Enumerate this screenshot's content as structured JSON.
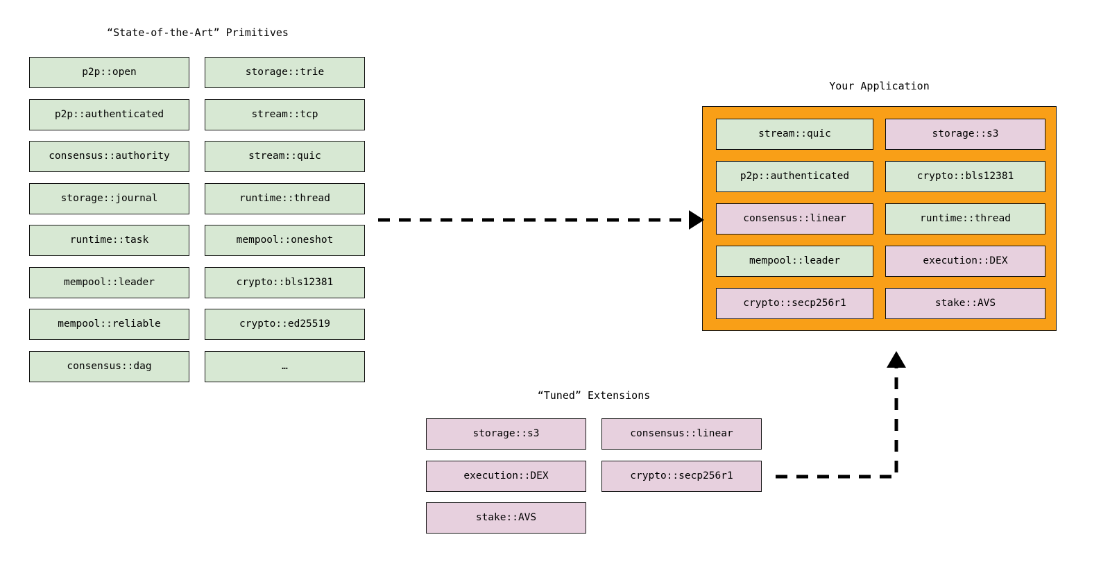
{
  "diagram": {
    "title_primitives": "“State-of-the-Art” Primitives",
    "title_application": "Your Application",
    "title_extensions": "“Tuned” Extensions",
    "colors": {
      "primitive_fill": "#d7e8d3",
      "extension_fill": "#e7d0de",
      "application_border": "#f99f17",
      "node_stroke": "#111111",
      "arrow": "#000000",
      "background": "#ffffff"
    }
  },
  "primitives": {
    "column_left": [
      {
        "label": "p2p::open",
        "kind": "primitive"
      },
      {
        "label": "p2p::authenticated",
        "kind": "primitive"
      },
      {
        "label": "consensus::authority",
        "kind": "primitive"
      },
      {
        "label": "storage::journal",
        "kind": "primitive"
      },
      {
        "label": "runtime::task",
        "kind": "primitive"
      },
      {
        "label": "mempool::leader",
        "kind": "primitive"
      },
      {
        "label": "mempool::reliable",
        "kind": "primitive"
      },
      {
        "label": "consensus::dag",
        "kind": "primitive"
      }
    ],
    "column_right": [
      {
        "label": "storage::trie",
        "kind": "primitive"
      },
      {
        "label": "stream::tcp",
        "kind": "primitive"
      },
      {
        "label": "stream::quic",
        "kind": "primitive"
      },
      {
        "label": "runtime::thread",
        "kind": "primitive"
      },
      {
        "label": "mempool::oneshot",
        "kind": "primitive"
      },
      {
        "label": "crypto::bls12381",
        "kind": "primitive"
      },
      {
        "label": "crypto::ed25519",
        "kind": "primitive"
      },
      {
        "label": "…",
        "kind": "primitive"
      }
    ]
  },
  "application": {
    "column_left": [
      {
        "label": "stream::quic",
        "kind": "primitive"
      },
      {
        "label": "p2p::authenticated",
        "kind": "primitive"
      },
      {
        "label": "consensus::linear",
        "kind": "extension"
      },
      {
        "label": "mempool::leader",
        "kind": "primitive"
      },
      {
        "label": "crypto::secp256r1",
        "kind": "extension"
      }
    ],
    "column_right": [
      {
        "label": "storage::s3",
        "kind": "extension"
      },
      {
        "label": "crypto::bls12381",
        "kind": "primitive"
      },
      {
        "label": "runtime::thread",
        "kind": "primitive"
      },
      {
        "label": "execution::DEX",
        "kind": "extension"
      },
      {
        "label": "stake::AVS",
        "kind": "extension"
      }
    ]
  },
  "extensions": {
    "column_left": [
      {
        "label": "storage::s3",
        "kind": "extension"
      },
      {
        "label": "execution::DEX",
        "kind": "extension"
      },
      {
        "label": "stake::AVS",
        "kind": "extension"
      }
    ],
    "column_right": [
      {
        "label": "consensus::linear",
        "kind": "extension"
      },
      {
        "label": "crypto::secp256r1",
        "kind": "extension"
      }
    ]
  },
  "arrows": [
    {
      "name": "primitives-to-application",
      "style": "dashed",
      "direction": "right"
    },
    {
      "name": "extensions-to-application",
      "style": "dashed",
      "direction": "up"
    }
  ]
}
